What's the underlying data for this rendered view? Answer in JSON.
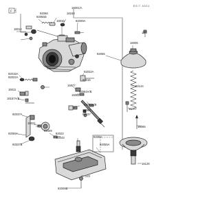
{
  "header": {
    "tag": "F",
    "assembly_number": "16001/A",
    "figure_code": "E 0 / 7 - 0 3 2 1"
  },
  "callouts": [
    {
      "id": "92066b",
      "text": "92066"
    },
    {
      "id": "92055d",
      "text": "92055D"
    },
    {
      "id": "16163",
      "text": "16163"
    },
    {
      "id": "92009a",
      "text": "92009A"
    },
    {
      "id": "16016",
      "text": "16016"
    },
    {
      "id": "16012",
      "text": "16012"
    },
    {
      "id": "220",
      "text": "220"
    },
    {
      "id": "16005",
      "text": "16005"
    },
    {
      "id": "92055",
      "text": "92055"
    },
    {
      "id": "92015a",
      "text": "92015A"
    },
    {
      "id": "92022a",
      "text": "92022A"
    },
    {
      "id": "92032a",
      "text": "92032A"
    },
    {
      "id": "16011",
      "text": "16011"
    },
    {
      "id": "16157ab",
      "text": "16157A/B"
    },
    {
      "id": "16077",
      "text": "16077"
    },
    {
      "id": "92015",
      "text": "92015"
    },
    {
      "id": "92064ab",
      "text": "92064A/B"
    },
    {
      "id": "92144",
      "text": "92144"
    },
    {
      "id": "16081",
      "text": "16081"
    },
    {
      "id": "92063ab",
      "text": "92063A/B"
    },
    {
      "id": "92037a",
      "text": "92037A"
    },
    {
      "id": "16060",
      "text": "16060"
    },
    {
      "id": "92037",
      "text": "92037"
    },
    {
      "id": "16007",
      "text": "16007"
    },
    {
      "id": "16021",
      "text": "16021"
    },
    {
      "id": "92009",
      "text": "92009"
    },
    {
      "id": "92022",
      "text": "92022"
    },
    {
      "id": "92043",
      "text": "92043"
    },
    {
      "id": "16065",
      "text": "16065"
    },
    {
      "id": "92059a",
      "text": "92059A"
    },
    {
      "id": "92069",
      "text": "92069"
    },
    {
      "id": "92055a",
      "text": "92055A"
    },
    {
      "id": "92037b",
      "text": "92037B"
    },
    {
      "id": "16126",
      "text": "16126"
    },
    {
      "id": "223",
      "text": "223"
    },
    {
      "id": "92009b",
      "text": "92009B"
    }
  ],
  "colors": {
    "line": "#333333",
    "metal": "#d9d9d9",
    "dark": "#3a3a3a"
  }
}
